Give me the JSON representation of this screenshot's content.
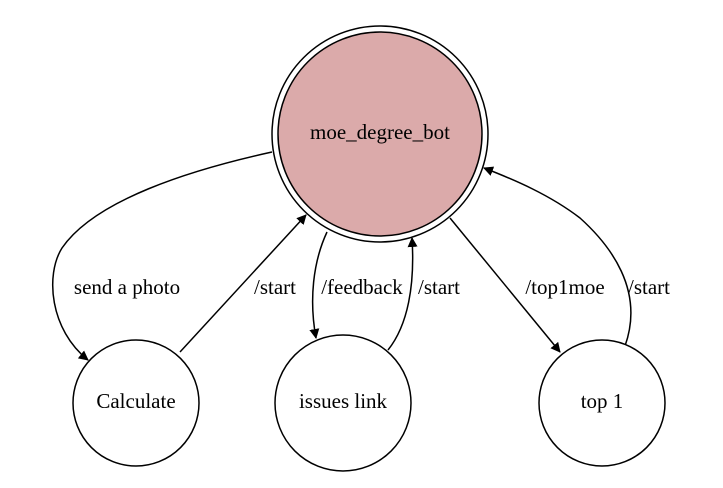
{
  "diagram": {
    "nodes": {
      "bot": {
        "label": "moe_degree_bot",
        "fill": "#dbaaaa"
      },
      "calculate": {
        "label": "Calculate"
      },
      "issues": {
        "label": "issues link"
      },
      "top1": {
        "label": "top 1"
      }
    },
    "edges": {
      "bot_to_calculate": {
        "label": "send a photo"
      },
      "calculate_to_bot": {
        "label": "/start"
      },
      "bot_to_issues": {
        "label": "/feedback"
      },
      "issues_to_bot": {
        "label": "/start"
      },
      "bot_to_top1": {
        "label": "/top1moe"
      },
      "top1_to_bot": {
        "label": "/start"
      }
    }
  }
}
